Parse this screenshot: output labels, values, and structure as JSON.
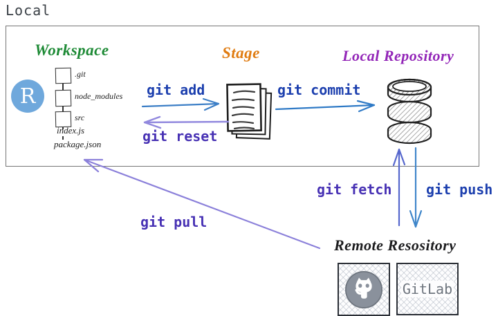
{
  "page_title": "Local",
  "workspace": {
    "label": "Workspace",
    "avatar_letter": "R",
    "tree": [
      ".git",
      "node_modules",
      "src",
      "index.js",
      "package.json"
    ]
  },
  "stage": {
    "label": "Stage"
  },
  "local_repository": {
    "label": "Local Repository"
  },
  "remote_repository": {
    "label": "Remote Resository",
    "github_icon": "octocat-icon",
    "gitlab_label": "GitLab"
  },
  "commands": {
    "add": "git add",
    "reset": "git reset",
    "commit": "git commit",
    "fetch": "git fetch",
    "push": "git push",
    "pull": "git pull"
  },
  "colors": {
    "workspace_green": "#1d8a35",
    "stage_orange": "#e07c12",
    "repo_purple": "#9326b8",
    "command_blue": "#1c3fae",
    "command_indigo": "#4731b4",
    "arrow_steel_blue": "#3b7ec6",
    "arrow_light_purple": "#9188de",
    "avatar_blue": "#6fa8dc",
    "github_gray": "#8a919c"
  }
}
